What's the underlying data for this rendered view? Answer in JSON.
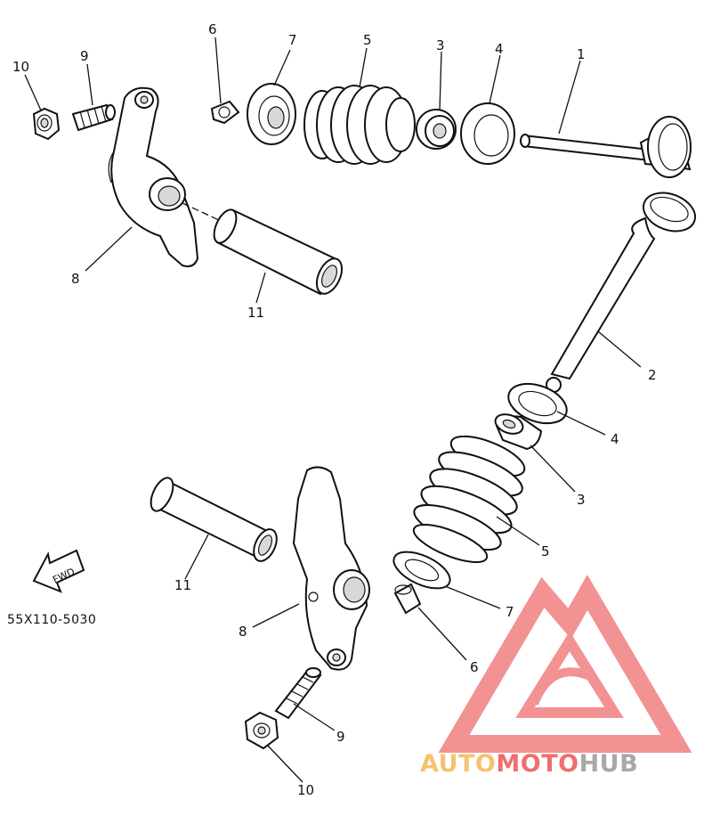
{
  "diagram": {
    "part_numbers": [
      "1",
      "2",
      "3",
      "4",
      "5",
      "6",
      "7",
      "8",
      "9",
      "10",
      "11"
    ],
    "labels": [
      {
        "id": "lbl-10-top",
        "text": "10"
      },
      {
        "id": "lbl-9-top",
        "text": "9"
      },
      {
        "id": "lbl-6-top",
        "text": "6"
      },
      {
        "id": "lbl-7-top",
        "text": "7"
      },
      {
        "id": "lbl-5-top",
        "text": "5"
      },
      {
        "id": "lbl-3-top",
        "text": "3"
      },
      {
        "id": "lbl-4-top",
        "text": "4"
      },
      {
        "id": "lbl-1",
        "text": "1"
      },
      {
        "id": "lbl-8-top",
        "text": "8"
      },
      {
        "id": "lbl-11-top",
        "text": "11"
      },
      {
        "id": "lbl-2",
        "text": "2"
      },
      {
        "id": "lbl-4-bot",
        "text": "4"
      },
      {
        "id": "lbl-3-bot",
        "text": "3"
      },
      {
        "id": "lbl-5-bot",
        "text": "5"
      },
      {
        "id": "lbl-7-bot",
        "text": "7"
      },
      {
        "id": "lbl-6-bot",
        "text": "6"
      },
      {
        "id": "lbl-11-bot",
        "text": "11"
      },
      {
        "id": "lbl-8-bot",
        "text": "8"
      },
      {
        "id": "lbl-9-bot",
        "text": "9"
      },
      {
        "id": "lbl-10-bot",
        "text": "10"
      }
    ],
    "drawing_code": "55X110-5030",
    "fwd_arrow_text": "FWD"
  },
  "watermark": {
    "text_part1": "AUTO",
    "text_part2": "MOTO",
    "text_part3": "HUB",
    "color_orange": "#f5b85a",
    "color_red": "#ee5555",
    "color_gray": "#9a9a9a"
  }
}
